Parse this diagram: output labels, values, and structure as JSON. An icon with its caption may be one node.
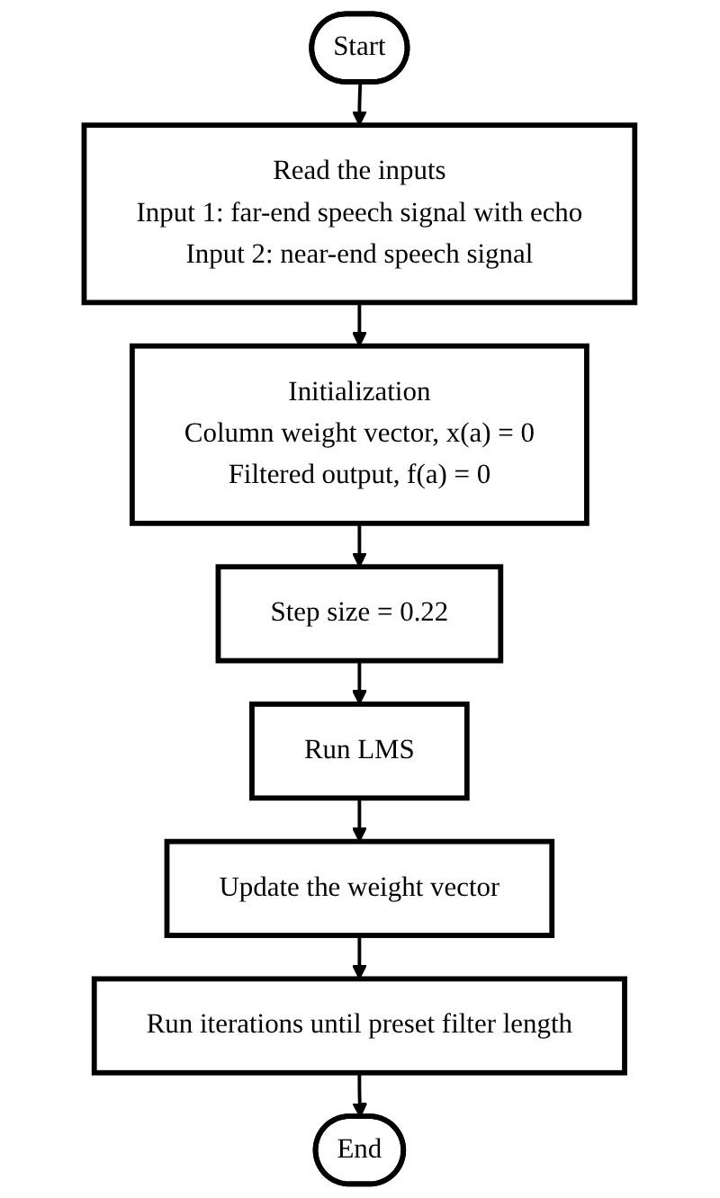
{
  "diagram": {
    "nodes": [
      {
        "text": [
          "Start"
        ]
      },
      {
        "text": [
          "Read the inputs",
          "Input 1: far-end speech signal with echo",
          "Input 2: near-end speech signal"
        ]
      },
      {
        "text": [
          "Initialization",
          "Column weight vector, x(a) = 0",
          "Filtered output, f(a) = 0"
        ]
      },
      {
        "text": [
          "Step size = 0.22"
        ]
      },
      {
        "text": [
          "Run LMS"
        ]
      },
      {
        "text": [
          "Update the weight vector"
        ]
      },
      {
        "text": [
          "Run iterations until preset filter length"
        ]
      },
      {
        "text": [
          "End"
        ]
      }
    ],
    "edges": [
      {
        "from": 0,
        "to": 1,
        "arrow": "to"
      },
      {
        "from": 1,
        "to": 2,
        "arrow": "to"
      },
      {
        "from": 2,
        "to": 3,
        "arrow": "to"
      },
      {
        "from": 3,
        "to": 4,
        "arrow": "to"
      },
      {
        "from": 4,
        "to": 5,
        "arrow": "to"
      },
      {
        "from": 5,
        "to": 6,
        "arrow": "to"
      },
      {
        "from": 6,
        "to": 7,
        "arrow": "to"
      }
    ]
  }
}
